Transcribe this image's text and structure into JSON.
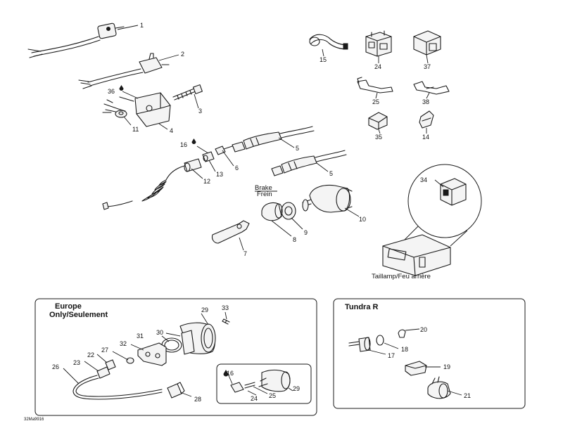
{
  "callouts": {
    "c1": "1",
    "c2": "2",
    "c3": "3",
    "c4": "4",
    "c5a": "5",
    "c5b": "5",
    "c6": "6",
    "c7": "7",
    "c8": "8",
    "c9": "9",
    "c10": "10",
    "c11": "11",
    "c12": "12",
    "c13": "13",
    "c14": "14",
    "c15": "15",
    "c16": "16",
    "c24": "24",
    "c25": "25",
    "c34": "34",
    "c35": "35",
    "c36": "36",
    "c37": "37",
    "c38": "38",
    "e16": "16",
    "e22": "22",
    "e23": "23",
    "e24": "24",
    "e25": "25",
    "e26": "26",
    "e27": "27",
    "e28": "28",
    "e29a": "29",
    "e29b": "29",
    "e30": "30",
    "e31": "31",
    "e32": "32",
    "e33": "33",
    "t17": "17",
    "t18": "18",
    "t19": "19",
    "t20": "20",
    "t21": "21"
  },
  "labels": {
    "brake": "Brake",
    "frein": "Frein",
    "taillamp": "Taillamp/Feu arrière",
    "europe_line1": "Europe",
    "europe_line2": "Only/Seulement",
    "tundra": "Tundra R",
    "ref_code": "32Ma9916"
  }
}
